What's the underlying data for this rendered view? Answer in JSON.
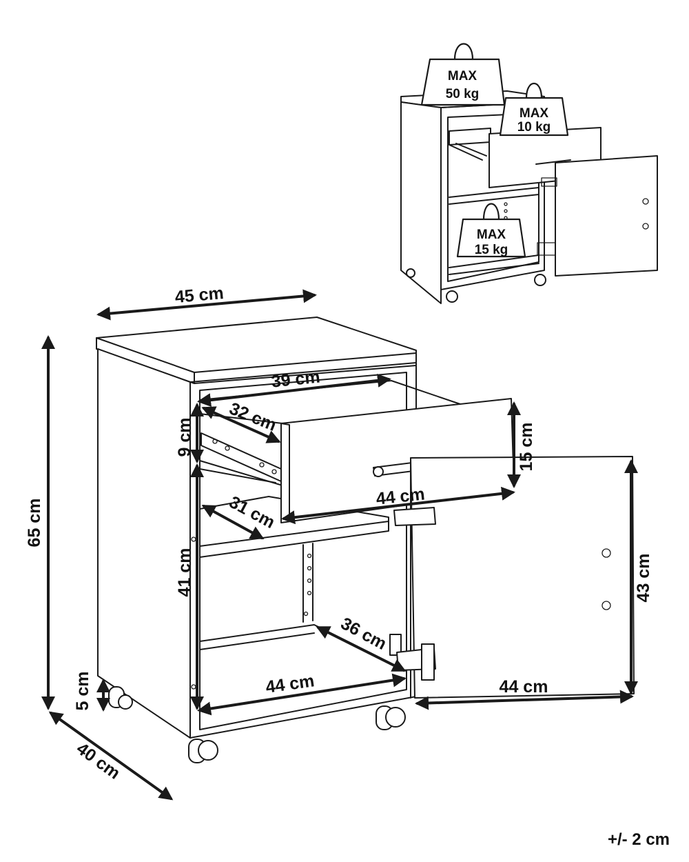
{
  "dimensions": {
    "top_width": "45 cm",
    "height": "65 cm",
    "depth": "40 cm",
    "drawer_inner_width": "39 cm",
    "drawer_inner_depth": "32 cm",
    "drawer_inner_height": "9 cm",
    "drawer_front_height": "15 cm",
    "drawer_front_width": "44 cm",
    "shelf_depth": "31 cm",
    "compartment_height": "41 cm",
    "bottom_depth": "36 cm",
    "bottom_width": "44 cm",
    "caster_height": "5 cm",
    "door_height": "43 cm",
    "door_width": "44 cm"
  },
  "load_limits": [
    {
      "label": "MAX",
      "value": "50 kg"
    },
    {
      "label": "MAX",
      "value": "10 kg"
    },
    {
      "label": "MAX",
      "value": "15 kg"
    }
  ],
  "tolerance": "+/- 2 cm",
  "colors": {
    "ink": "#1a1a1a",
    "background": "#ffffff"
  }
}
